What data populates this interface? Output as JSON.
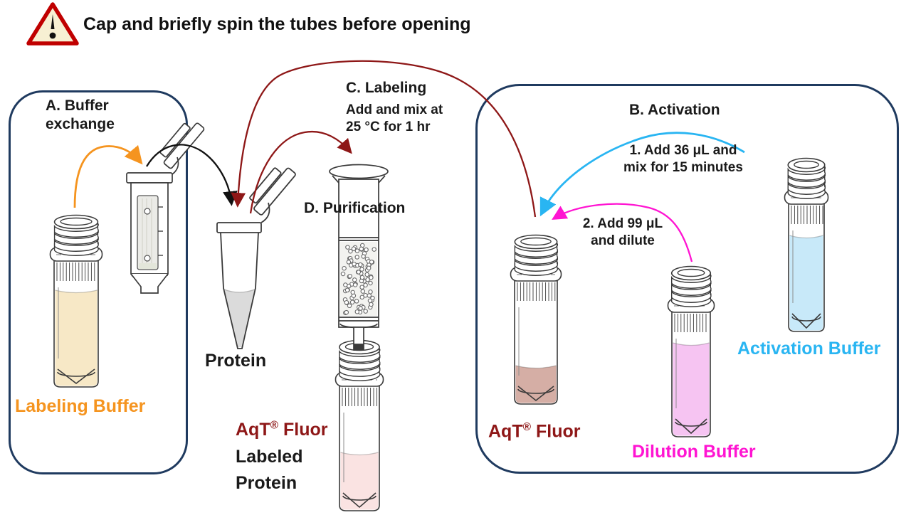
{
  "header": {
    "warning_text": "Cap and briefly spin the tubes before opening",
    "warning_icon": "warning-triangle-icon"
  },
  "section_a": {
    "title_line1": "A. Buffer",
    "title_line2": "exchange",
    "buffer_label": "Labeling Buffer"
  },
  "section_b": {
    "title": "B. Activation",
    "step1_line1": "1. Add 36 μL and",
    "step1_line2": "mix for 15 minutes",
    "step2_line1": "2. Add 99 μL",
    "step2_line2": "and dilute",
    "fluor_prefix": "AqT",
    "reg_mark": "®",
    "fluor_suffix": " Fluor",
    "dilution_label": "Dilution Buffer",
    "activation_label": "Activation Buffer"
  },
  "section_c": {
    "title": "C. Labeling",
    "condition_line1": "Add and mix at",
    "condition_line2": "25 °C for 1 hr",
    "protein_label": "Protein"
  },
  "section_d": {
    "title": "D. Purification",
    "product_prefix": "AqT",
    "reg_mark": "®",
    "product_suffix": " Fluor",
    "product_line2": "Labeled",
    "product_line3": "Protein"
  },
  "colors": {
    "box_border": "#1F3A5F",
    "orange_accent": "#F5941F",
    "dark_red_accent": "#8E1717",
    "cyan_accent": "#29B5F2",
    "magenta_accent": "#FF14D2",
    "warning_border": "#C00000",
    "warning_fill": "#F7F0D3",
    "labeling_buffer_liquid": "#F7E8C6",
    "protein_liquid": "#DBDBDB",
    "labeled_protein_liquid": "#FAE3E2",
    "fluor_liquid": "#D5AEA5",
    "dilution_liquid": "#F6C4F2",
    "activation_liquid": "#C8E9F9"
  }
}
